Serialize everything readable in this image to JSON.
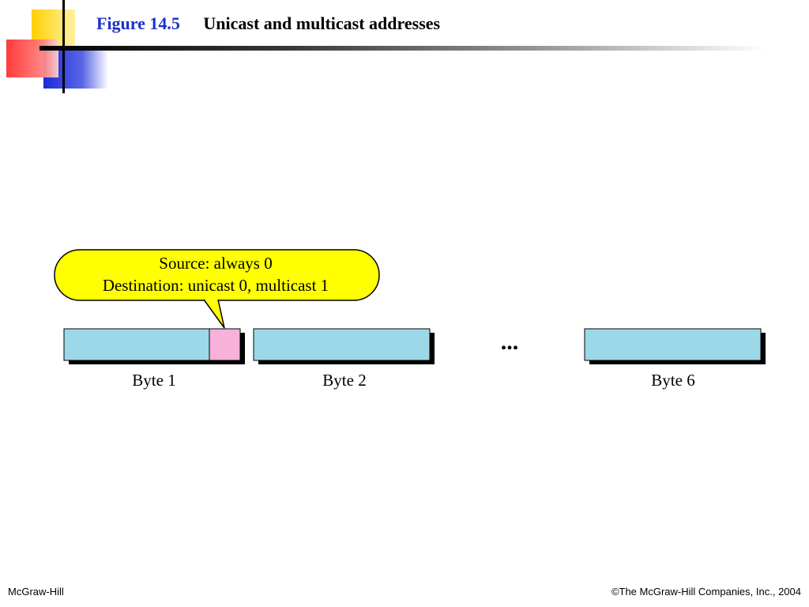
{
  "header": {
    "figure_label": "Figure 14.5",
    "figure_title": "Unicast and multicast addresses"
  },
  "callout": {
    "line1": "Source: always 0",
    "line2": "Destination: unicast 0, multicast 1"
  },
  "bytes": [
    {
      "label": "Byte 1"
    },
    {
      "label": "Byte 2"
    },
    {
      "label": "Byte 6"
    }
  ],
  "ellipsis": "...",
  "footer": {
    "left": "McGraw-Hill",
    "right": "©The McGraw-Hill Companies, Inc., 2004"
  },
  "colors": {
    "box_fill": "#9cd8e8",
    "bit_highlight": "#f6b2d8",
    "callout_fill": "#ffff00",
    "title_blue": "#1a2fd0"
  }
}
